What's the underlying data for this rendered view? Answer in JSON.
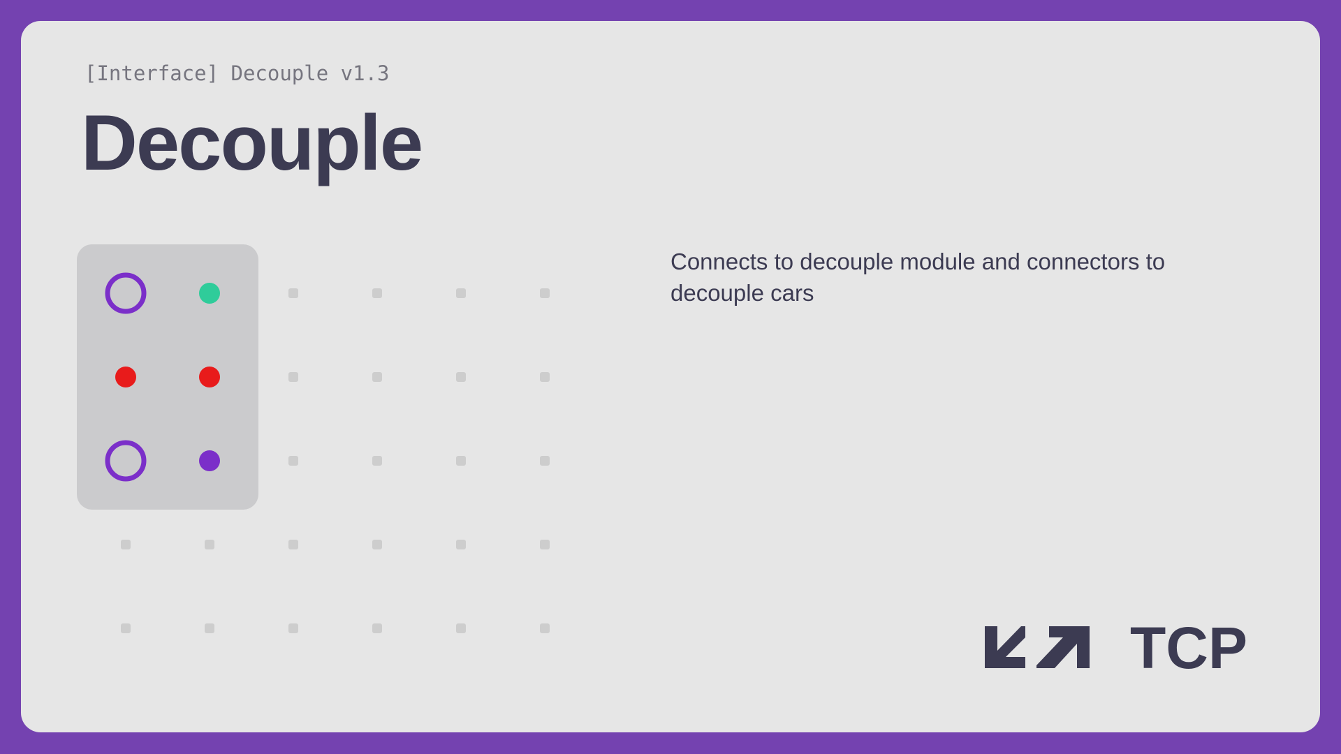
{
  "header": {
    "subtitle": "[Interface] Decouple v1.3",
    "title": "Decouple"
  },
  "description": "Connects to decouple module and connectors to decouple cars",
  "module": {
    "grid_columns": 6,
    "grid_rows": 5,
    "panel_columns": 2,
    "panel_rows": 3,
    "ports": [
      {
        "name": "port-ring-top-left",
        "kind": "ring",
        "color": "#7b2fc9"
      },
      {
        "name": "port-dot-green",
        "kind": "dot",
        "color": "#2fcc9a"
      },
      {
        "name": "port-dot-red-left",
        "kind": "dot",
        "color": "#e81b1b"
      },
      {
        "name": "port-dot-red-right",
        "kind": "dot",
        "color": "#e81b1b"
      },
      {
        "name": "port-ring-bottom-left",
        "kind": "ring",
        "color": "#7b2fc9"
      },
      {
        "name": "port-dot-purple",
        "kind": "dot",
        "color": "#7b2fc9"
      }
    ]
  },
  "colors": {
    "frame": "#7442b0",
    "card": "#e6e6e6",
    "panel": "#cbcbcd",
    "grid_dot": "#cdcdcd",
    "text_dark": "#3c3b52",
    "text_muted": "#76757f"
  },
  "logo": {
    "icon": "double-arrow-icon",
    "text": "TCP"
  }
}
